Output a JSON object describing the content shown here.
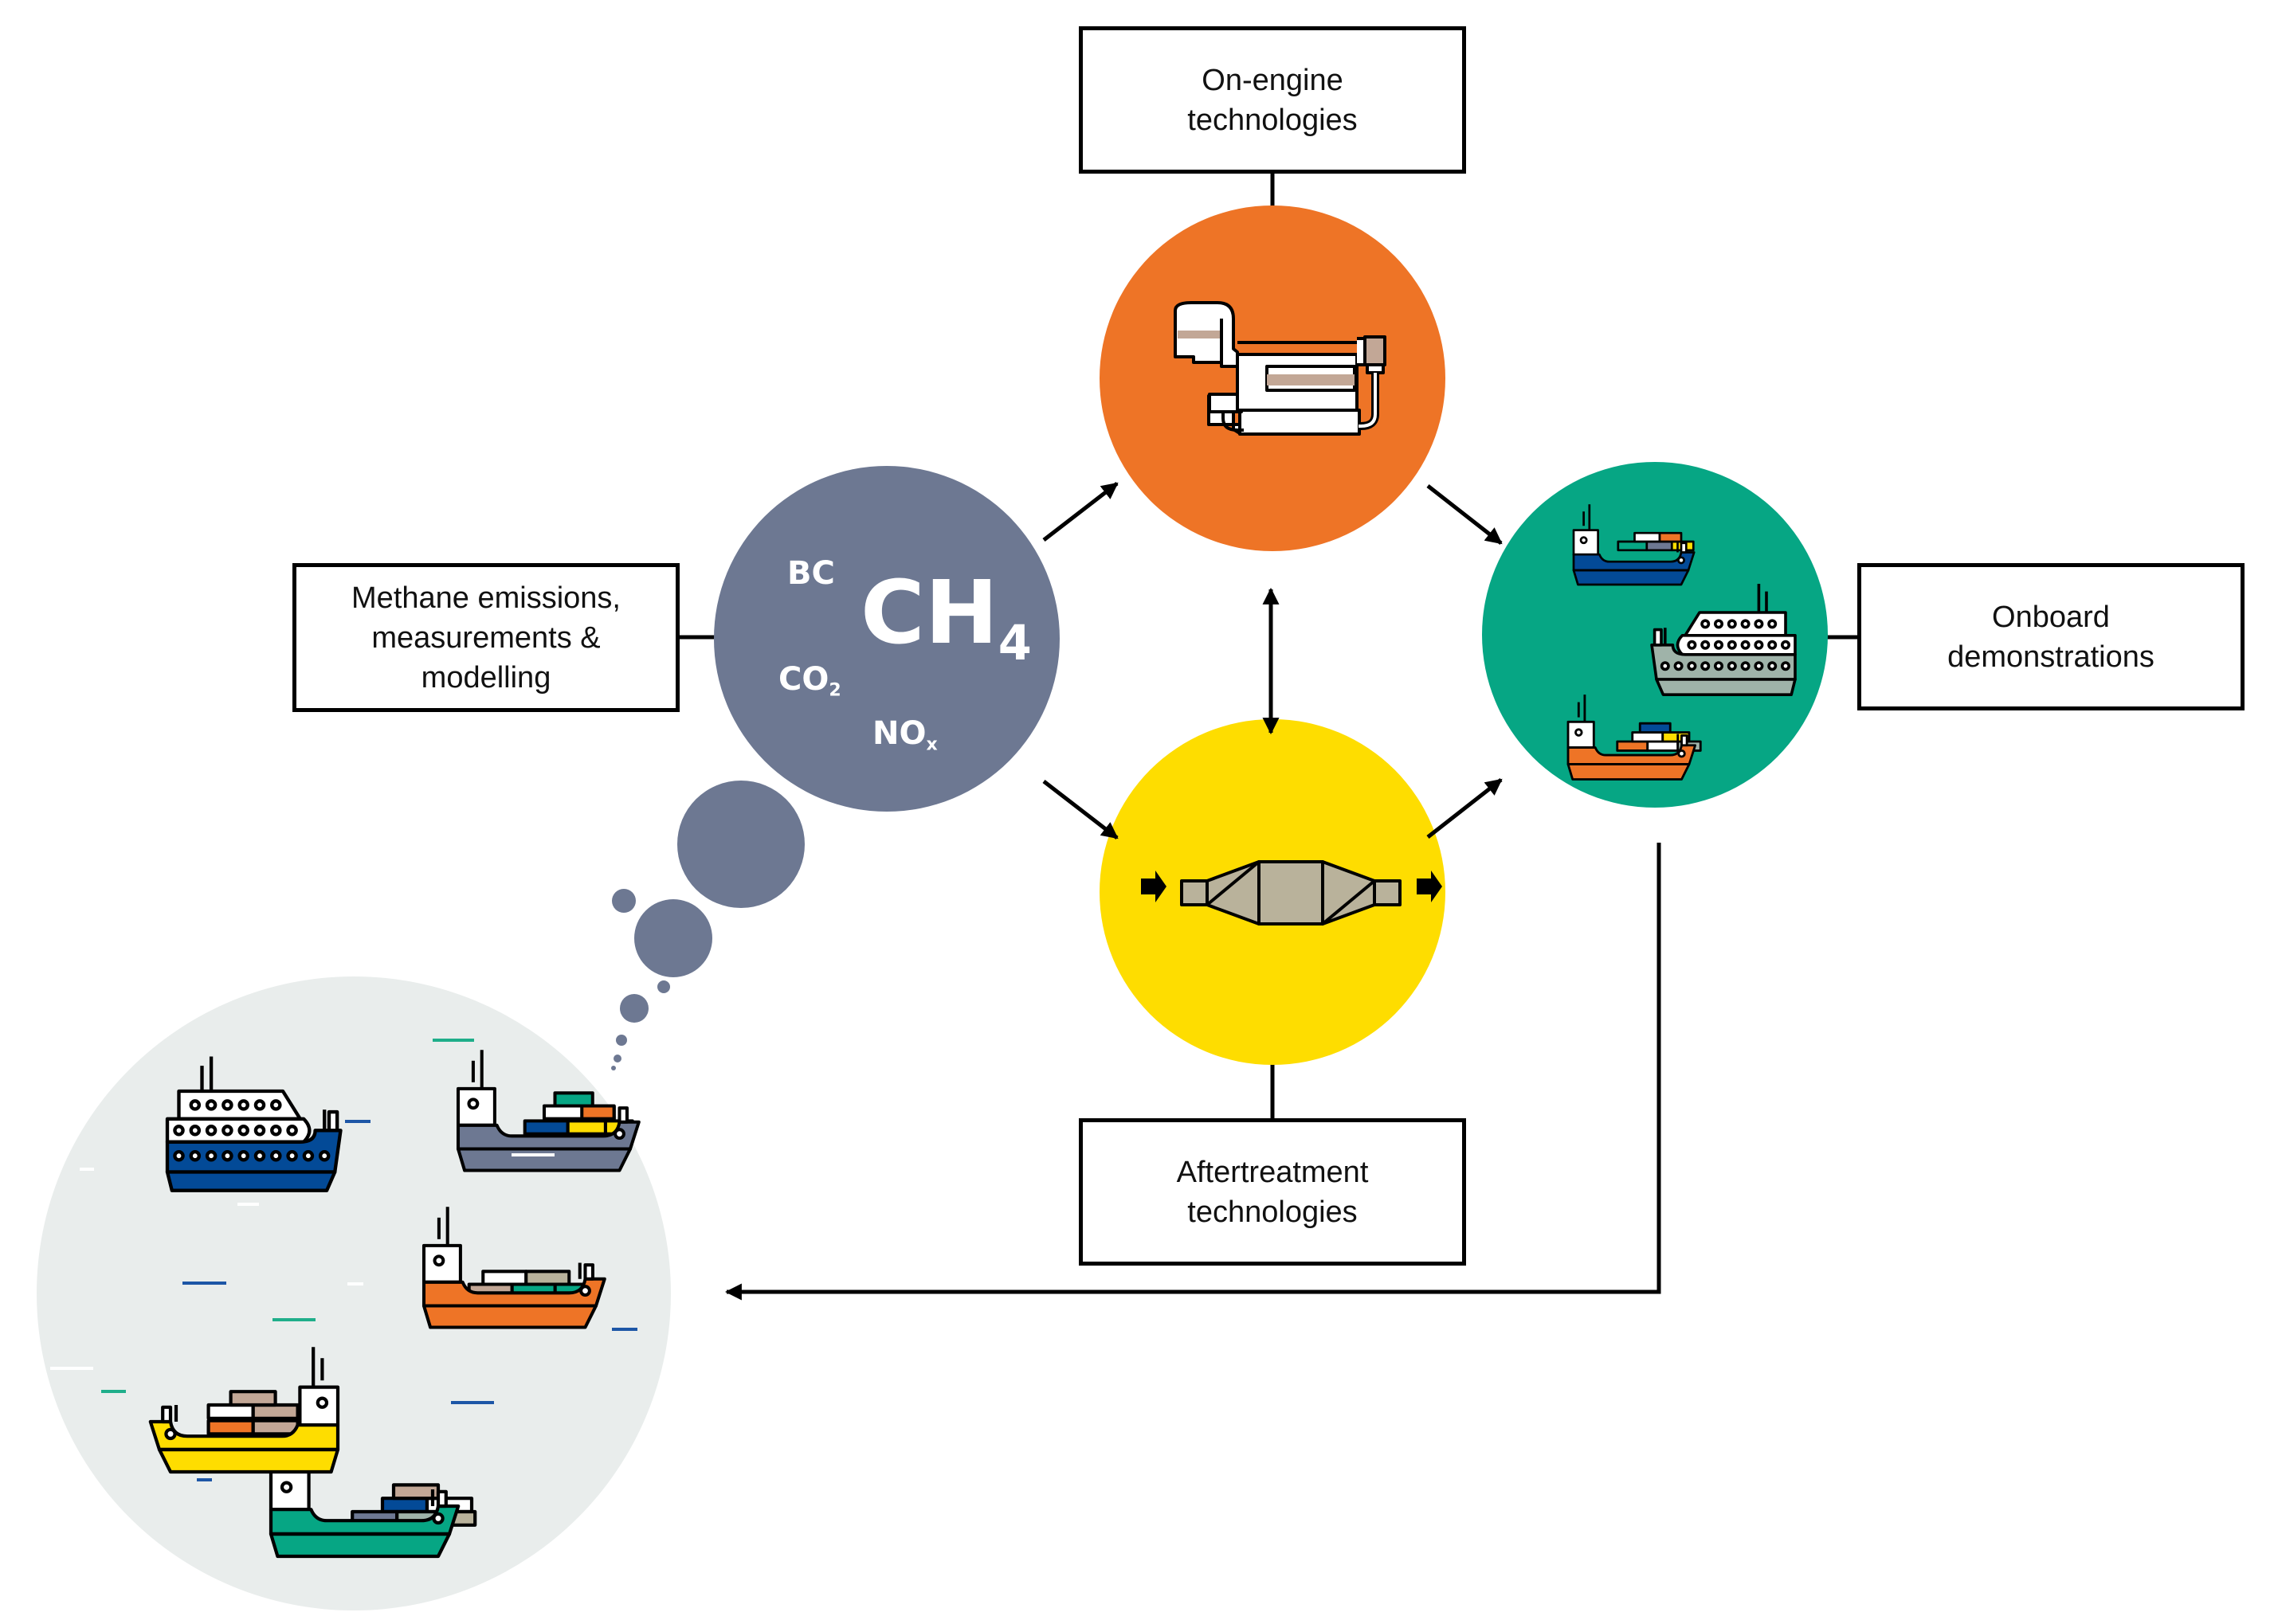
{
  "diagram": {
    "boxes": {
      "methane": {
        "lines": [
          "Methane emissions,",
          "measurements &",
          "modelling"
        ]
      },
      "on_engine": {
        "lines": [
          "On-engine",
          "technologies"
        ]
      },
      "aftertreatment": {
        "lines": [
          "Aftertreatment",
          "technologies"
        ]
      },
      "onboard": {
        "lines": [
          "Onboard",
          "demonstrations"
        ]
      }
    },
    "emissions": {
      "main": {
        "base": "CH",
        "sub": "4"
      },
      "bc": {
        "base": "BC",
        "sub": ""
      },
      "co2": {
        "base": "CO",
        "sub": "2"
      },
      "nox": {
        "base": "NO",
        "sub": "x"
      }
    },
    "nodes": [
      {
        "id": "emissions",
        "color": "#6d7892",
        "icon": "emissions-cloud"
      },
      {
        "id": "on-engine",
        "color": "#ee7426",
        "icon": "engine-icon"
      },
      {
        "id": "aftertreatment",
        "color": "#fedd00",
        "icon": "catalytic-converter-icon"
      },
      {
        "id": "onboard",
        "color": "#06a684",
        "icon": "ships-icon"
      },
      {
        "id": "fleet",
        "color": "#e9edec",
        "icon": "fleet-of-ships"
      }
    ],
    "flows": [
      {
        "from": "emissions",
        "to": "on-engine",
        "type": "arrow"
      },
      {
        "from": "emissions",
        "to": "aftertreatment",
        "type": "arrow"
      },
      {
        "from": "on-engine",
        "to": "aftertreatment",
        "type": "bidirectional"
      },
      {
        "from": "on-engine",
        "to": "onboard",
        "type": "arrow"
      },
      {
        "from": "aftertreatment",
        "to": "onboard",
        "type": "arrow"
      },
      {
        "from": "onboard",
        "to": "fleet",
        "type": "arrow"
      }
    ],
    "palette": {
      "gray": "#6d7892",
      "orange": "#ee7426",
      "yellow": "#fedd00",
      "green": "#06a684",
      "blue": "#034a97",
      "light": "#e9edec",
      "tan": "#c2a796",
      "khaki": "#b9b29b",
      "sage": "#9fb3a9"
    }
  }
}
